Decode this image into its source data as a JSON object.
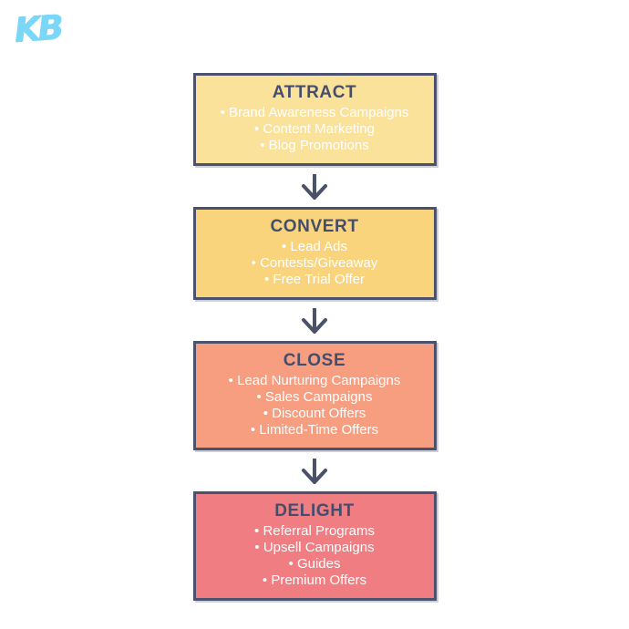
{
  "logo": {
    "text": "KB",
    "color": "#7bd6f7"
  },
  "diagram": {
    "background": "#ffffff",
    "border_color": "#4c526d",
    "title_color": "#454d6d",
    "item_text_color": "#ffffff",
    "arrow_color": "#4a5168"
  },
  "stages": [
    {
      "id": "attract",
      "title": "ATTRACT",
      "fill": "#fbe29a",
      "items": [
        "Brand Awareness Campaigns",
        "Content Marketing",
        "Blog Promotions"
      ]
    },
    {
      "id": "convert",
      "title": "CONVERT",
      "fill": "#fad47d",
      "items": [
        "Lead Ads",
        "Contests/Giveaway",
        "Free Trial Offer"
      ]
    },
    {
      "id": "close",
      "title": "CLOSE",
      "fill": "#f89e80",
      "items": [
        "Lead Nurturing Campaigns",
        "Sales Campaigns",
        "Discount Offers",
        "Limited-Time Offers"
      ]
    },
    {
      "id": "delight",
      "title": "DELIGHT",
      "fill": "#ef7d81",
      "items": [
        "Referral Programs",
        "Upsell Campaigns",
        "Guides",
        "Premium Offers"
      ]
    }
  ]
}
